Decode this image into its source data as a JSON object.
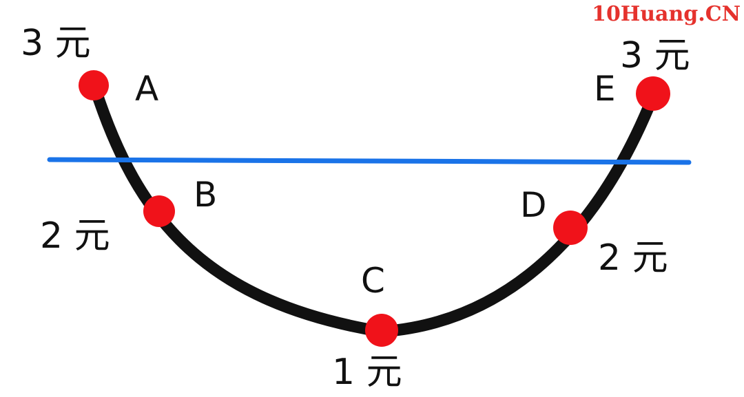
{
  "watermark": {
    "text": "10Huang.CN",
    "color": "#e5322d"
  },
  "colors": {
    "curve": "#111111",
    "line": "#1a73e8",
    "point": "#f0121a"
  },
  "points": [
    {
      "id": "A",
      "letter": "A",
      "price": "3 元"
    },
    {
      "id": "B",
      "letter": "B",
      "price": "2 元"
    },
    {
      "id": "C",
      "letter": "C",
      "price": "1 元"
    },
    {
      "id": "D",
      "letter": "D",
      "price": "2 元"
    },
    {
      "id": "E",
      "letter": "E",
      "price": "3 元"
    }
  ]
}
